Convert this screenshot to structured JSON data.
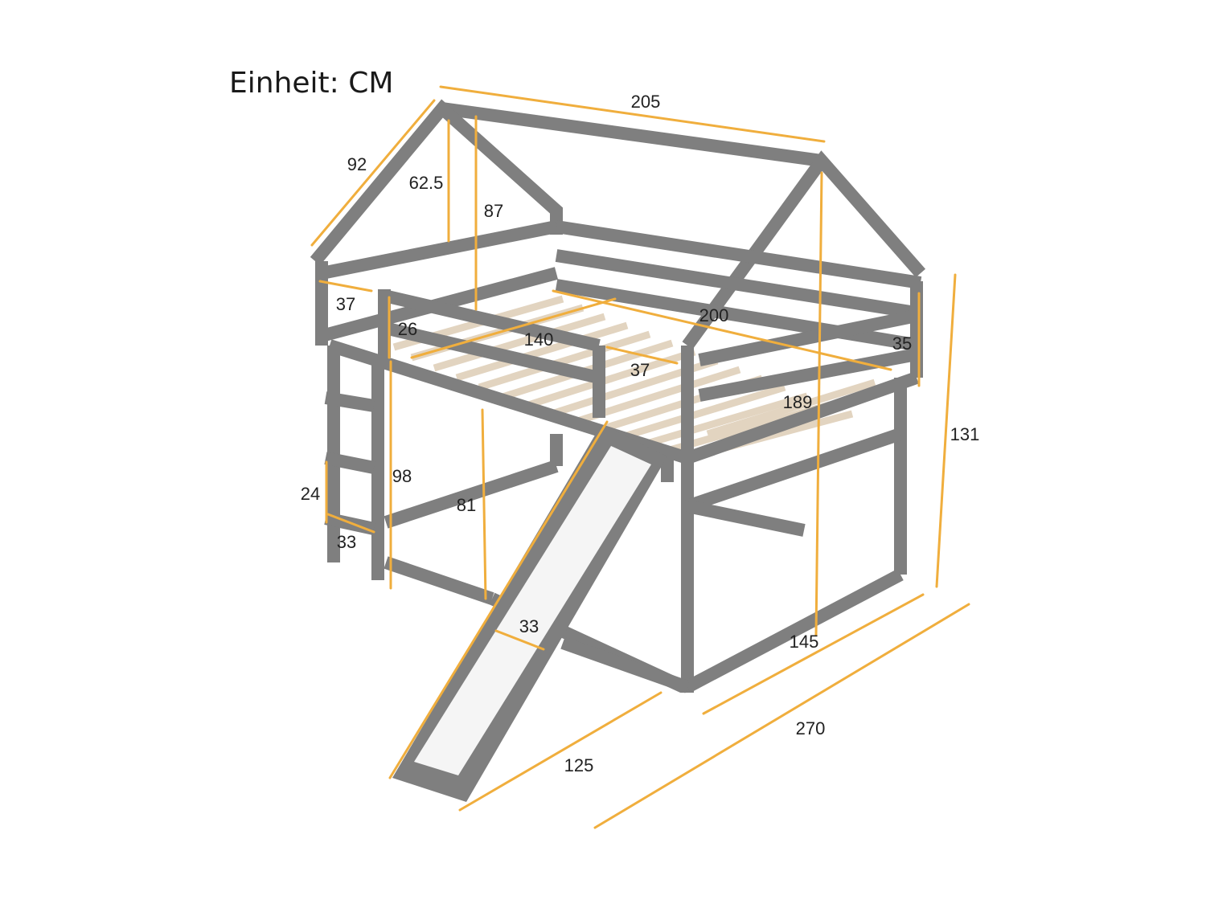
{
  "unit_label": "Einheit: CM",
  "colors": {
    "frame": "#7f7f7f",
    "frame_dark": "#6c6c6c",
    "slats": "#e2d4c0",
    "slide": "#f5f5f5",
    "dimension": "#f0ae3d",
    "text": "#222222"
  },
  "dimensions": [
    {
      "id": "roof-length",
      "label": "205"
    },
    {
      "id": "roof-slope",
      "label": "92"
    },
    {
      "id": "gable-height",
      "label": "62.5"
    },
    {
      "id": "roof-to-deck",
      "label": "87"
    },
    {
      "id": "ladder-opening",
      "label": "37"
    },
    {
      "id": "guard-rail",
      "label": "26"
    },
    {
      "id": "mattress-width",
      "label": "140"
    },
    {
      "id": "mattress-length",
      "label": "200"
    },
    {
      "id": "slide-opening",
      "label": "37"
    },
    {
      "id": "side-rail",
      "label": "35"
    },
    {
      "id": "total-height-inner",
      "label": "189"
    },
    {
      "id": "total-height",
      "label": "131"
    },
    {
      "id": "ladder-height",
      "label": "98"
    },
    {
      "id": "under-bed",
      "label": "81"
    },
    {
      "id": "rung-spacing",
      "label": "24"
    },
    {
      "id": "ladder-width",
      "label": "33"
    },
    {
      "id": "slide-width",
      "label": "33"
    },
    {
      "id": "bed-width",
      "label": "145"
    },
    {
      "id": "overall-length",
      "label": "270"
    },
    {
      "id": "slide-length",
      "label": "125"
    }
  ]
}
